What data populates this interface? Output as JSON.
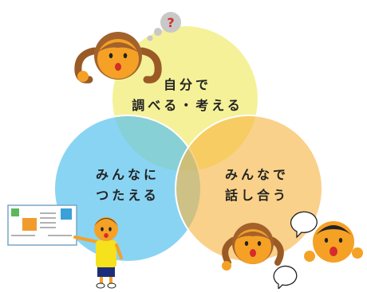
{
  "diagram": {
    "circles": [
      {
        "id": "self",
        "lines": [
          "自分で",
          "調べる・考える"
        ],
        "color": "#f1ec76"
      },
      {
        "id": "tell",
        "lines": [
          "みんなに",
          "つたえる"
        ],
        "color": "#5cc3ee"
      },
      {
        "id": "discuss",
        "lines": [
          "みんなで",
          "話し合う"
        ],
        "color": "#f7b542"
      }
    ],
    "question_mark": "?",
    "board": {
      "sticky_colors": [
        "#5cb85c",
        "#f29b2d",
        "#3aa0d8"
      ]
    },
    "icons": [
      "girl-thinking-icon",
      "boy-presenting-icon",
      "girl-talking-icon",
      "boy-talking-icon",
      "speech-bubble-icon",
      "thought-bubble-icon",
      "whiteboard-icon"
    ]
  }
}
